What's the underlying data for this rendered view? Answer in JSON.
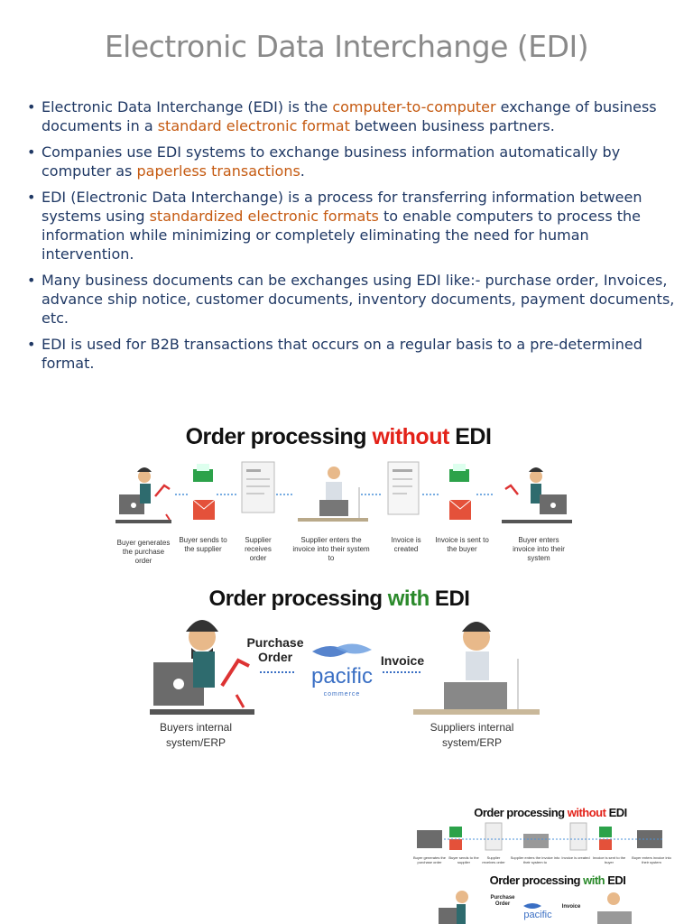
{
  "title": "Electronic Data Interchange (EDI)",
  "bullets": [
    {
      "parts": [
        "Electronic Data Interchange (EDI) is the ",
        "computer-to-computer",
        " exchange of business documents in a ",
        "standard electronic format",
        " between business partners."
      ]
    },
    {
      "parts": [
        "Companies use EDI systems to exchange business information automatically by computer as ",
        "paperless transactions",
        "."
      ]
    },
    {
      "parts": [
        "EDI (Electronic Data Interchange) is a process for transferring information between systems using ",
        "standardized electronic formats",
        " to enable computers to process the information while minimizing or completely eliminating the need for human intervention."
      ]
    },
    {
      "parts": [
        "Many business documents can be exchanges using EDI like:- purchase order, Invoices, advance ship notice, customer documents, inventory documents, payment documents, etc."
      ]
    },
    {
      "parts": [
        "EDI is used for B2B transactions that occurs on a regular basis to a pre-determined format."
      ]
    }
  ],
  "diagram_without": {
    "title_pre": "Order processing ",
    "title_highlight": "without",
    "title_post": " EDI",
    "steps": [
      "Buyer generates the purchase order",
      "Buyer sends to the supplier",
      "Supplier receives order",
      "Supplier enters the invoice into their system to",
      "Invoice is created",
      "Invoice is sent to the buyer",
      "Buyer enters invoice into their system"
    ]
  },
  "diagram_with": {
    "title_pre": "Order processing ",
    "title_highlight": "with",
    "title_post": " EDI",
    "purchase_order": "Purchase Order",
    "invoice": "Invoice",
    "logo_text": "pacific",
    "logo_sub": "commerce",
    "buyer_label": "Buyers internal system/ERP",
    "supplier_label": "Suppliers internal system/ERP"
  },
  "colors": {
    "title_gray": "#8a8a8a",
    "body_blue": "#1f3864",
    "highlight_orange": "#c55a11",
    "red": "#e32219",
    "green": "#2b8a2b"
  }
}
